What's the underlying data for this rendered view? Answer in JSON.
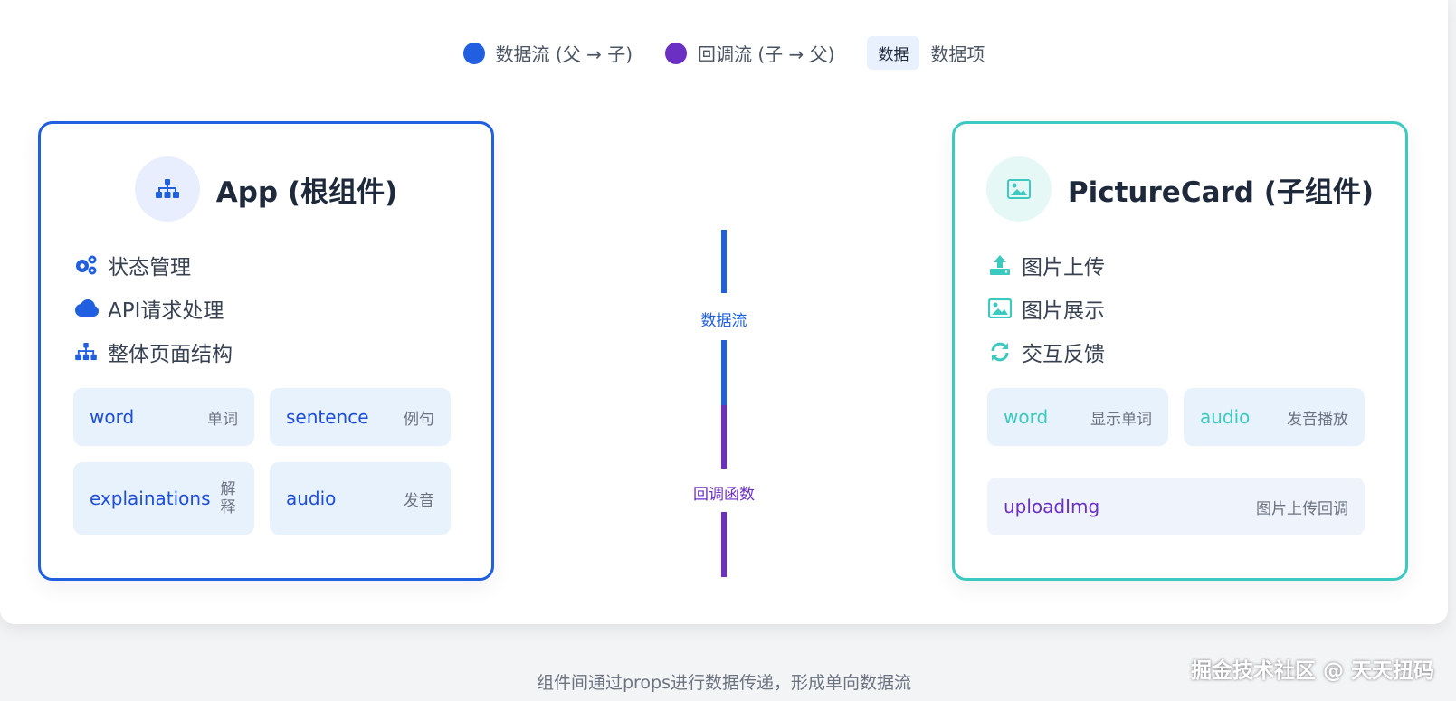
{
  "legend": {
    "data_flow": "数据流 (父 → 子)",
    "callback_flow": "回调流 (子 → 父)",
    "chip": "数据",
    "chip_label": "数据项"
  },
  "colors": {
    "data_flow": "#1f5fe0",
    "callback_flow": "#6b2fc4",
    "app_border": "#1f5fe0",
    "picture_border": "#3cc9c0"
  },
  "app": {
    "title": "App (根组件)",
    "icon": "sitemap-icon",
    "features": [
      {
        "icon": "gears-icon",
        "label": "状态管理"
      },
      {
        "icon": "cloud-icon",
        "label": "API请求处理"
      },
      {
        "icon": "sitemap-icon",
        "label": "整体页面结构"
      }
    ],
    "props": [
      {
        "key": "word",
        "desc": "单词"
      },
      {
        "key": "sentence",
        "desc": "例句"
      },
      {
        "key": "explainations",
        "desc": "解释"
      },
      {
        "key": "audio",
        "desc": "发音"
      }
    ]
  },
  "middle": {
    "data_flow_label": "数据流",
    "callback_label": "回调函数"
  },
  "picture_card": {
    "title": "PictureCard (子组件)",
    "icon": "image-icon",
    "features": [
      {
        "icon": "upload-icon",
        "label": "图片上传"
      },
      {
        "icon": "image-icon",
        "label": "图片展示"
      },
      {
        "icon": "sync-icon",
        "label": "交互反馈"
      }
    ],
    "props": [
      {
        "key": "word",
        "desc": "显示单词"
      },
      {
        "key": "audio",
        "desc": "发音播放"
      }
    ],
    "callback": {
      "key": "uploadImg",
      "desc": "图片上传回调"
    }
  },
  "caption": "组件间通过props进行数据传递，形成单向数据流",
  "watermark": "掘金技术社区 @ 天天扭码"
}
